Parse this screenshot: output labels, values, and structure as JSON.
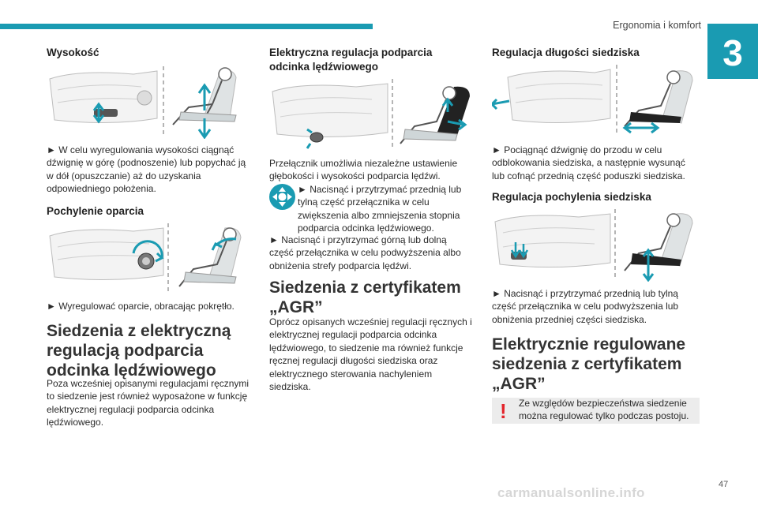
{
  "header": {
    "section": "Ergonomia i komfort",
    "chapter": "3"
  },
  "col1": {
    "height_title": "Wysokość",
    "height_text": "► W celu wyregulowania wysokości ciągnąć dźwignię w górę (podnoszenie) lub popychać ją w dół (opuszczanie) aż do uzyskania odpowiedniego położenia.",
    "backrest_title": "Pochylenie oparcia",
    "backrest_text": "► Wyregulować oparcie, obracając pokrętło.",
    "lumbar_section_title": "Siedzenia z elektryczną regulacją podparcia odcinka lędźwiowego",
    "lumbar_section_text": "Poza wcześniej opisanymi regulacjami ręcznymi to siedzenie jest również wyposażone w funkcję elektrycznej regulacji podparcia odcinka lędźwiowego."
  },
  "col2": {
    "lumbar_title": "Elektryczna regulacja podparcia odcinka lędźwiowego",
    "lumbar_intro": "Przełącznik umożliwia niezależne ustawienie głębokości i wysokości podparcia lędźwi.",
    "lumbar_step1": "► Nacisnąć i przytrzymać przednią lub tylną część przełącznika w celu zwiększenia albo zmniejszenia stopnia podparcia odcinka lędźwiowego.",
    "lumbar_step2": "► Nacisnąć i przytrzymać górną lub dolną część przełącznika w celu podwyższenia albo obniżenia strefy podparcia lędźwi.",
    "agr_title": "Siedzenia z certyfikatem „AGR”",
    "agr_text": "Oprócz opisanych wcześniej regulacji ręcznych i elektrycznej regulacji podparcia odcinka lędźwiowego, to siedzenie ma również funkcje ręcznej regulacji długości siedziska oraz elektrycznego sterowania nachyleniem siedziska."
  },
  "col3": {
    "length_title": "Regulacja długości siedziska",
    "length_text": "► Pociągnąć dźwignię do przodu w celu odblokowania siedziska, a następnie wysunąć lub cofnąć przednią część poduszki siedziska.",
    "tilt_title": "Regulacja pochylenia siedziska",
    "tilt_text": "► Nacisnąć i przytrzymać przednią lub tylną część przełącznika w celu podwyższenia lub obniżenia przedniej części siedziska.",
    "electric_agr_title": "Elektrycznie regulowane siedzenia z certyfikatem „AGR”",
    "warning_mark": "!",
    "warning_text": "Ze względów bezpieczeństwa siedzenie można regulować tylko podczas postoju."
  },
  "footer": {
    "page": "47",
    "watermark": "carmanualsonline.info"
  },
  "colors": {
    "accent": "#1a9bb2",
    "warning": "#e3242b",
    "illustration_arrow": "#1a9bb2",
    "illustration_line": "#b5b5b5"
  },
  "icons": {
    "lumbar_switch": "seat-lumbar-switch-icon",
    "warning": "exclamation-icon"
  }
}
